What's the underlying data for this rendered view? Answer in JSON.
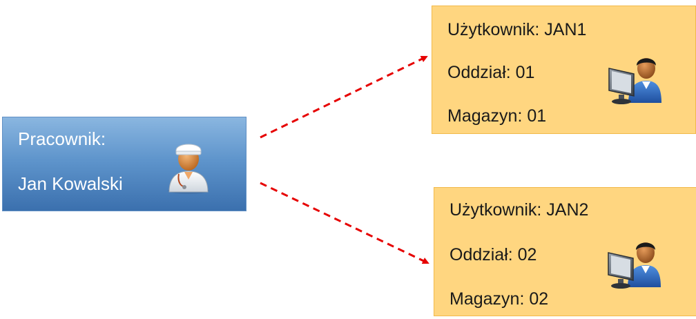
{
  "employee": {
    "label_line": "Pracownik:",
    "name_line": "Jan Kowalski",
    "icon": "doctor-person-icon"
  },
  "users": [
    {
      "user_line": "Użytkownik: JAN1",
      "branch_line": "Oddział: 01",
      "warehouse_line": "Magazyn: 01",
      "icon": "computer-user-icon"
    },
    {
      "user_line": "Użytkownik: JAN2",
      "branch_line": "Oddział: 02",
      "warehouse_line": "Magazyn: 02",
      "icon": "computer-user-icon"
    }
  ],
  "colors": {
    "employee_box": "#5f95cc",
    "user_box": "#ffd680",
    "user_box_border": "#f2b94a",
    "arrow": "#e60000"
  }
}
